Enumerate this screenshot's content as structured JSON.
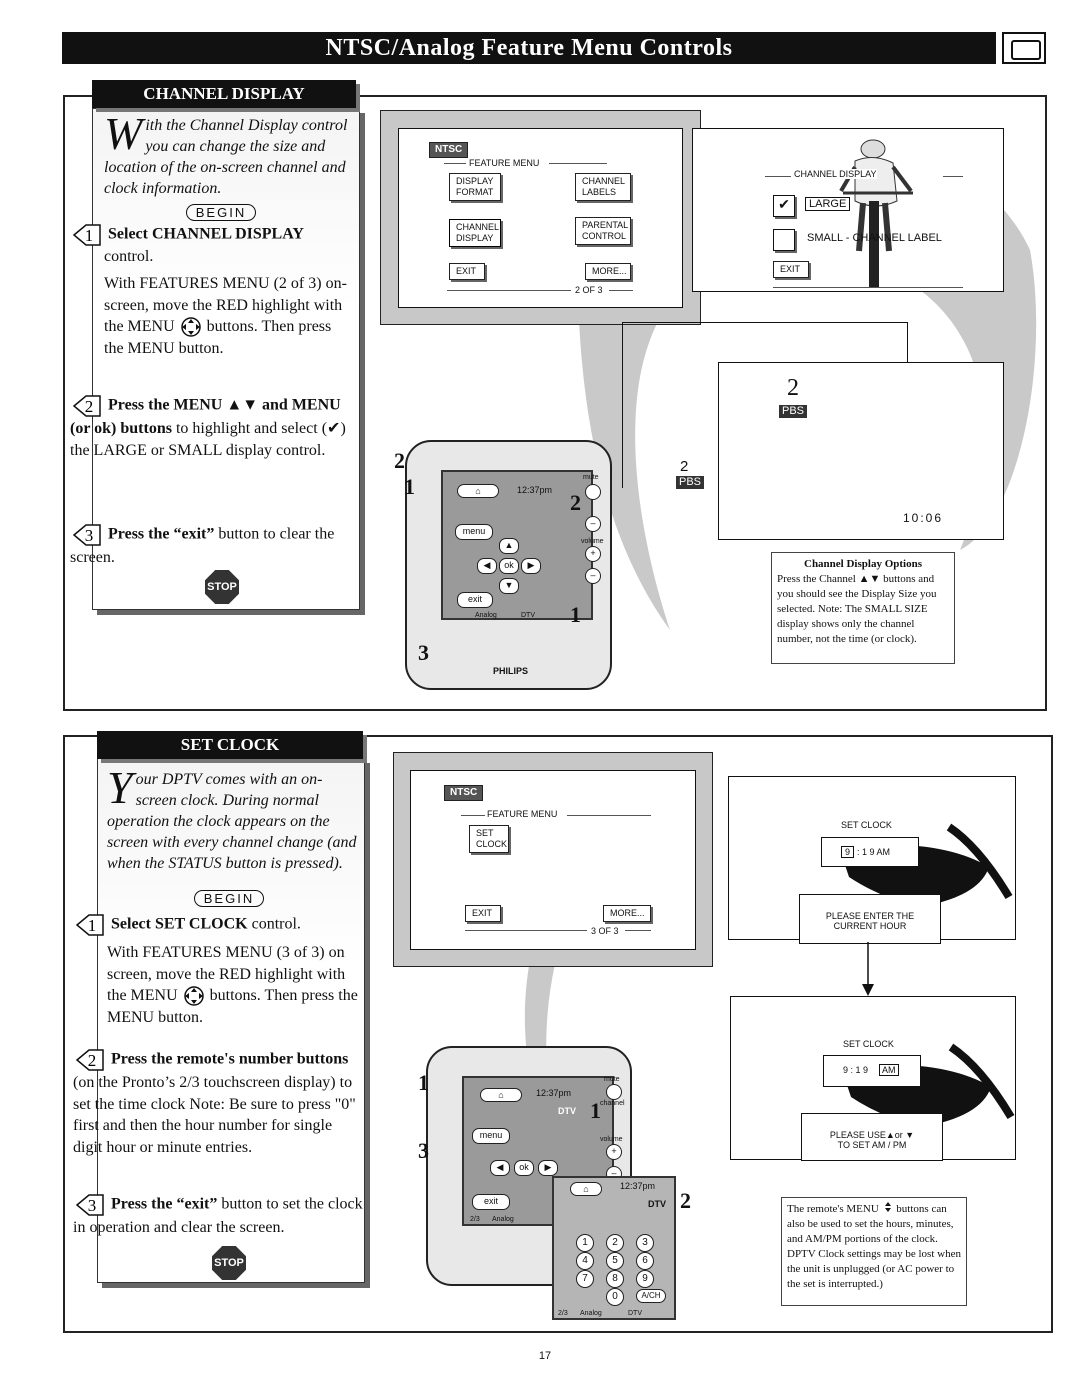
{
  "title": "NTSC/Analog Feature Menu Controls",
  "page_number": "17",
  "channel_display": {
    "header": "CHANNEL DISPLAY",
    "intro_dropcap": "W",
    "intro_rest": "ith the Channel Display control you can change the size and location of the on-screen channel and clock information.",
    "begin": "BEGIN",
    "step1_num": "1",
    "step1_title": "Select CHANNEL DISPLAY",
    "step1_suffix": "control.",
    "step1_body_a": "With FEATURES MENU (2 of 3) on-screen, move the RED highlight with the MENU",
    "step1_body_b": "buttons. Then press the MENU button.",
    "step2_num": "2",
    "step2_title": "Press the MENU ▲▼ and MENU (or ok) buttons",
    "step2_body": "to highlight and select (✔) the LARGE or SMALL display control.",
    "step3_num": "3",
    "step3_title": "Press the “exit”",
    "step3_body": "button to clear the screen.",
    "stop": "STOP",
    "menu_screen": {
      "ntsc": "NTSC",
      "heading": "FEATURE MENU",
      "display_format": "DISPLAY\nFORMAT",
      "channel_labels": "CHANNEL\nLABELS",
      "channel_display": "CHANNEL\nDISPLAY",
      "parental_control": "PARENTAL\nCONTROL",
      "exit": "EXIT",
      "more": "MORE...",
      "page": "2  OF 3"
    },
    "options_screen": {
      "heading": "CHANNEL DISPLAY",
      "check": "✔",
      "large": "LARGE",
      "small": "SMALL - CHANNEL  LABEL",
      "exit": "EXIT"
    },
    "large_screen": {
      "channel": "2",
      "label": "PBS",
      "time": "10:06"
    },
    "small_screen": {
      "channel": "2",
      "label": "PBS"
    },
    "note_title": "Channel Display Options",
    "note_body": "Press the Channel ▲▼ buttons and you should see the Display Size you selected. Note: The SMALL SIZE display shows only the channel number, not the time (or clock).",
    "callouts": [
      "2",
      "1",
      "2",
      "1",
      "3"
    ]
  },
  "set_clock": {
    "header": "SET CLOCK",
    "intro_dropcap": "Y",
    "intro_rest": "our DPTV comes with an on-screen clock. During normal operation the clock appears on the screen with every channel change (and when the STATUS button is pressed).",
    "begin": "BEGIN",
    "step1_num": "1",
    "step1_title": "Select SET CLOCK",
    "step1_suffix": "control.",
    "step1_body_a": "With FEATURES MENU (3 of 3) on screen, move the RED highlight with the MENU",
    "step1_body_b": "buttons. Then press the MENU button.",
    "step2_num": "2",
    "step2_title": "Press the remote's number buttons",
    "step2_body": "(on the Pronto’s 2/3 touchscreen display) to set the time clock Note: Be sure to press \"0\" first and then the hour number for single digit hour or minute entries.",
    "step3_num": "3",
    "step3_title": "Press the “exit”",
    "step3_body": "button to set the clock in operation and clear the screen.",
    "stop": "STOP",
    "menu_screen": {
      "ntsc": "NTSC",
      "heading": "FEATURE MENU",
      "set_clock": "SET\nCLOCK",
      "exit": "EXIT",
      "more": "MORE...",
      "page": "3  OF 3"
    },
    "clock_screen_1": {
      "heading": "SET CLOCK",
      "hour": "9",
      "rest": ": 1 9  AM",
      "prompt": "PLEASE ENTER THE\nCURRENT HOUR"
    },
    "clock_screen_2": {
      "heading": "SET CLOCK",
      "time": "9  : 1 9",
      "ampm": "AM",
      "prompt": "PLEASE USE▲or ▼\nTO SET AM / PM"
    },
    "note_body_a": "The remote's MENU",
    "note_body_b": "buttons can also be used to set the hours, minutes, and AM/PM portions of the clock.",
    "note_body_c": "DPTV Clock settings may be lost when the unit is unplugged (or AC power to the set is interrupted.)",
    "callouts": [
      "1",
      "3",
      "1",
      "2"
    ],
    "keypad": [
      "1",
      "2",
      "3",
      "4",
      "5",
      "6",
      "7",
      "8",
      "9",
      "0",
      "A/CH"
    ]
  },
  "remote": {
    "time": "12:37pm",
    "dtv": "DTV",
    "menu": "menu",
    "ok": "ok",
    "exit": "exit",
    "analog": "Analog",
    "mute": "mute",
    "channel": "channel",
    "volume": "volume",
    "brand": "PHILIPS",
    "page": "2/3"
  }
}
